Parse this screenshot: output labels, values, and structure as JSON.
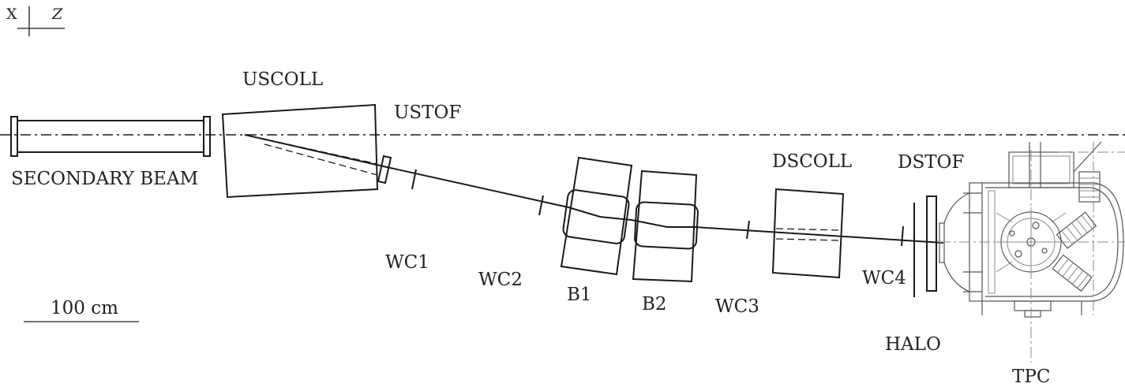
{
  "axes": {
    "x_label": "X",
    "z_label": "Z"
  },
  "labels": {
    "uscoll": "USCOLL",
    "ustof": "USTOF",
    "secondary_beam": "SECONDARY BEAM",
    "wc1": "WC1",
    "wc2": "WC2",
    "b1": "B1",
    "b2": "B2",
    "wc3": "WC3",
    "dscoll": "DSCOLL",
    "dstof": "DSTOF",
    "wc4": "WC4",
    "halo": "HALO",
    "tpc": "TPC"
  },
  "scale_bar": {
    "label": "100 cm"
  },
  "colors": {
    "line": "#1a1a1a",
    "text": "#222222",
    "detail": "#555555",
    "background": "#ffffff"
  }
}
